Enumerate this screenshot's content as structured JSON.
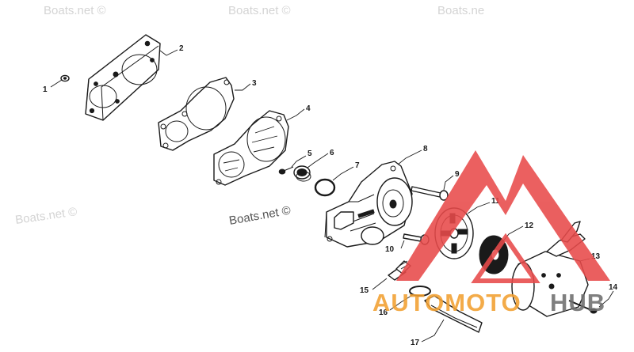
{
  "watermarks": {
    "top_left": "Boats.net ©",
    "top_center": "Boats.net ©",
    "top_right": "Boats.ne",
    "mid_left": "Boats.net ©",
    "center": "Boats.net ©"
  },
  "callouts": [
    "1",
    "2",
    "3",
    "4",
    "5",
    "6",
    "7",
    "8",
    "9",
    "10",
    "11",
    "12",
    "13",
    "14",
    "15",
    "16",
    "17"
  ],
  "logo": {
    "text_orange": "AUTOMOTO",
    "text_gray": "HUB",
    "color_red": "#e84a4a",
    "color_orange": "#f2a030",
    "color_gray": "#6e6e6e"
  }
}
